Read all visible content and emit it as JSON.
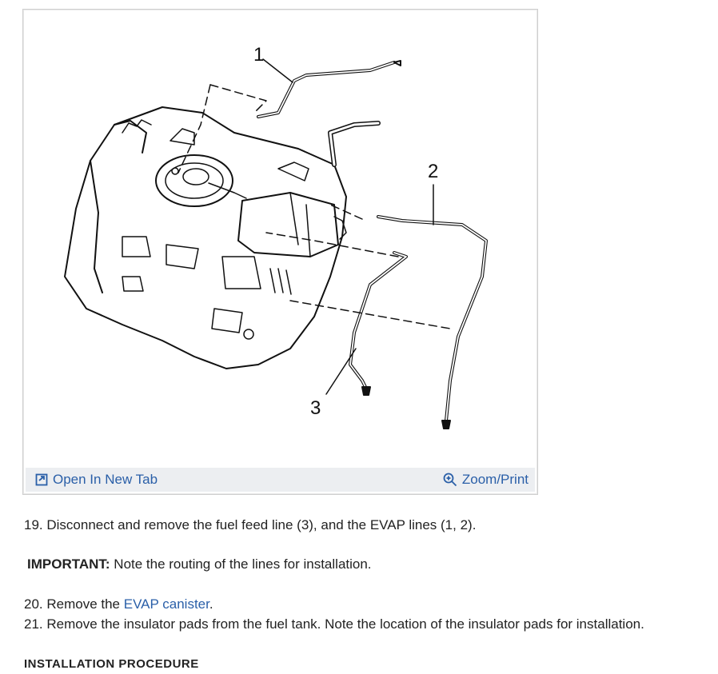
{
  "figure": {
    "callouts": [
      "1",
      "2",
      "3"
    ],
    "open_tab_label": "Open In New Tab",
    "open_tab_icon": "open-new-tab-icon",
    "zoom_label": "Zoom/Print",
    "zoom_icon": "zoom-in-icon"
  },
  "steps": {
    "step19": "19. Disconnect and remove the fuel feed line (3), and the EVAP lines (1, 2).",
    "important_label": "IMPORTANT:",
    "important_text": " Note the routing of the lines for installation.",
    "step20_prefix": "20. Remove the ",
    "step20_link": "EVAP canister",
    "step20_suffix": ".",
    "step21": "21. Remove the insulator pads from the fuel tank. Note the location of the insulator pads for installation.",
    "next_heading": "INSTALLATION PROCEDURE"
  },
  "colors": {
    "link": "#2a5fa8",
    "bar": "#eceef1"
  }
}
